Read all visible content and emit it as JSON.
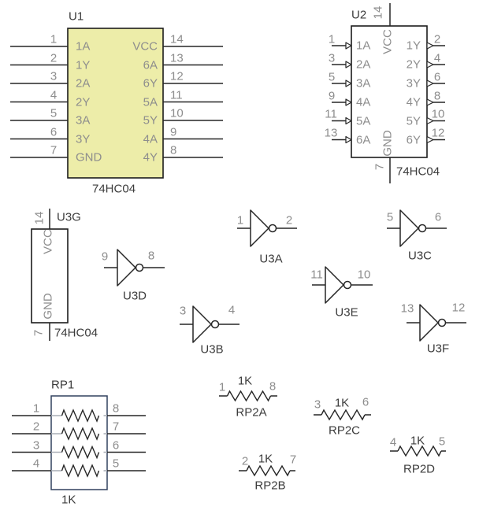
{
  "u1": {
    "designator": "U1",
    "part": "74HC04",
    "left_pins": [
      {
        "n": "1",
        "label": "1A"
      },
      {
        "n": "2",
        "label": "1Y"
      },
      {
        "n": "3",
        "label": "2A"
      },
      {
        "n": "4",
        "label": "2Y"
      },
      {
        "n": "5",
        "label": "3A"
      },
      {
        "n": "6",
        "label": "3Y"
      },
      {
        "n": "7",
        "label": "GND"
      }
    ],
    "right_pins": [
      {
        "n": "14",
        "label": "VCC"
      },
      {
        "n": "13",
        "label": "6A"
      },
      {
        "n": "12",
        "label": "6Y"
      },
      {
        "n": "11",
        "label": "5A"
      },
      {
        "n": "10",
        "label": "5Y"
      },
      {
        "n": "9",
        "label": "4A"
      },
      {
        "n": "8",
        "label": "4Y"
      }
    ]
  },
  "u2": {
    "designator": "U2",
    "part": "74HC04",
    "vcc": {
      "n": "14",
      "label": "VCC"
    },
    "gnd": {
      "n": "7",
      "label": "GND"
    },
    "left_pins": [
      {
        "n": "1",
        "label": "1A"
      },
      {
        "n": "3",
        "label": "2A"
      },
      {
        "n": "5",
        "label": "3A"
      },
      {
        "n": "9",
        "label": "4A"
      },
      {
        "n": "11",
        "label": "5A"
      },
      {
        "n": "13",
        "label": "6A"
      }
    ],
    "right_pins": [
      {
        "n": "2",
        "label": "1Y"
      },
      {
        "n": "4",
        "label": "2Y"
      },
      {
        "n": "6",
        "label": "3Y"
      },
      {
        "n": "8",
        "label": "4Y"
      },
      {
        "n": "10",
        "label": "5Y"
      },
      {
        "n": "12",
        "label": "6Y"
      }
    ]
  },
  "u3g": {
    "designator": "U3G",
    "part": "74HC04",
    "vcc": {
      "n": "14",
      "label": "VCC"
    },
    "gnd": {
      "n": "7",
      "label": "GND"
    }
  },
  "gates": [
    {
      "name": "U3A",
      "in": "1",
      "out": "2"
    },
    {
      "name": "U3B",
      "in": "3",
      "out": "4"
    },
    {
      "name": "U3C",
      "in": "5",
      "out": "6"
    },
    {
      "name": "U3D",
      "in": "9",
      "out": "8"
    },
    {
      "name": "U3E",
      "in": "11",
      "out": "10"
    },
    {
      "name": "U3F",
      "in": "13",
      "out": "12"
    }
  ],
  "rp1": {
    "designator": "RP1",
    "value": "1K",
    "rows": [
      {
        "l": "1",
        "r": "8"
      },
      {
        "l": "2",
        "r": "7"
      },
      {
        "l": "3",
        "r": "6"
      },
      {
        "l": "4",
        "r": "5"
      }
    ]
  },
  "rp2": [
    {
      "name": "RP2A",
      "value": "1K",
      "l": "1",
      "r": "8"
    },
    {
      "name": "RP2B",
      "value": "1K",
      "l": "2",
      "r": "7"
    },
    {
      "name": "RP2C",
      "value": "1K",
      "l": "3",
      "r": "6"
    },
    {
      "name": "RP2D",
      "value": "1K",
      "l": "4",
      "r": "5"
    }
  ],
  "colors": {
    "background": "#ffffff",
    "wire": "#262626",
    "ic_fill": "#ededa9",
    "ic_border": "#1c1c1c",
    "rp1_border": "#31405e",
    "muted_text": "#8d8d8d",
    "text": "#3c3c3c"
  }
}
